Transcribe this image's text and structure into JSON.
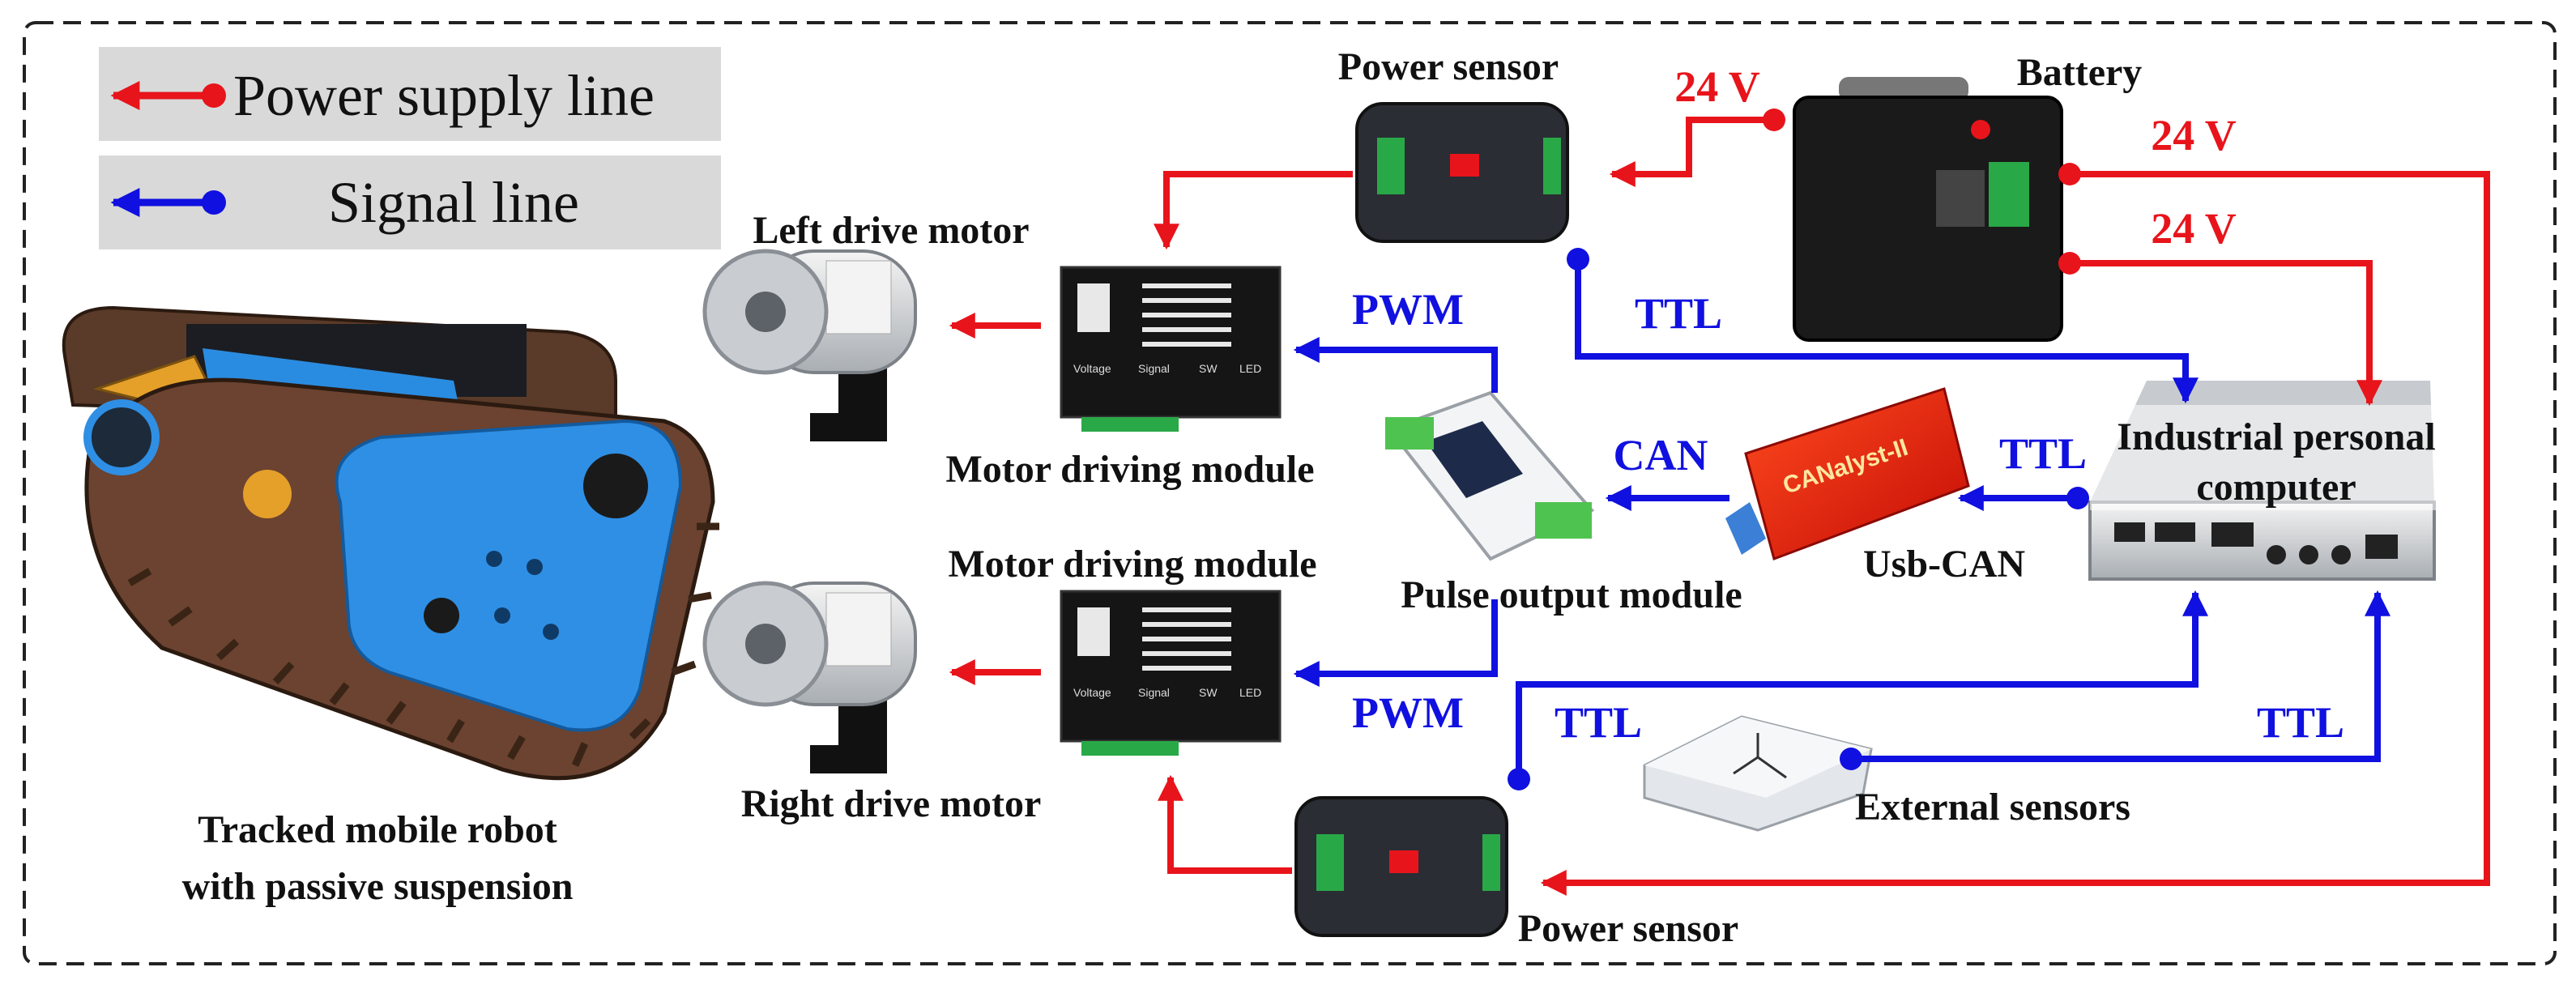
{
  "legend": {
    "power_label": "Power supply line",
    "signal_label": "Signal line"
  },
  "colors": {
    "power": "#e8141b",
    "signal": "#1010e0",
    "legend_bg": "#d9d9d9"
  },
  "components": {
    "robot_line1": "Tracked mobile robot",
    "robot_line2": "with passive suspension",
    "left_motor": "Left drive motor",
    "right_motor": "Right drive motor",
    "driver_top": "Motor driving module",
    "driver_bottom": "Motor driving module",
    "driver_tag_voltage": "Voltage",
    "driver_tag_signal": "Signal",
    "driver_tag_sw": "SW",
    "driver_tag_led": "LED",
    "power_sensor_top": "Power sensor",
    "power_sensor_bottom": "Power sensor",
    "battery": "Battery",
    "pulse_module": "Pulse output module",
    "usb_can": "Usb-CAN",
    "usb_can_brand": "CANalyst-II",
    "ipc_line1": "Industrial personal",
    "ipc_line2": "computer",
    "external_sensors": "External sensors"
  },
  "lines": {
    "v24_a": "24 V",
    "v24_b": "24 V",
    "v24_c": "24 V",
    "pwm_top": "PWM",
    "pwm_bottom": "PWM",
    "can": "CAN",
    "ttl_top": "TTL",
    "ttl_usb": "TTL",
    "ttl_bottom_left": "TTL",
    "ttl_bottom_right": "TTL"
  }
}
